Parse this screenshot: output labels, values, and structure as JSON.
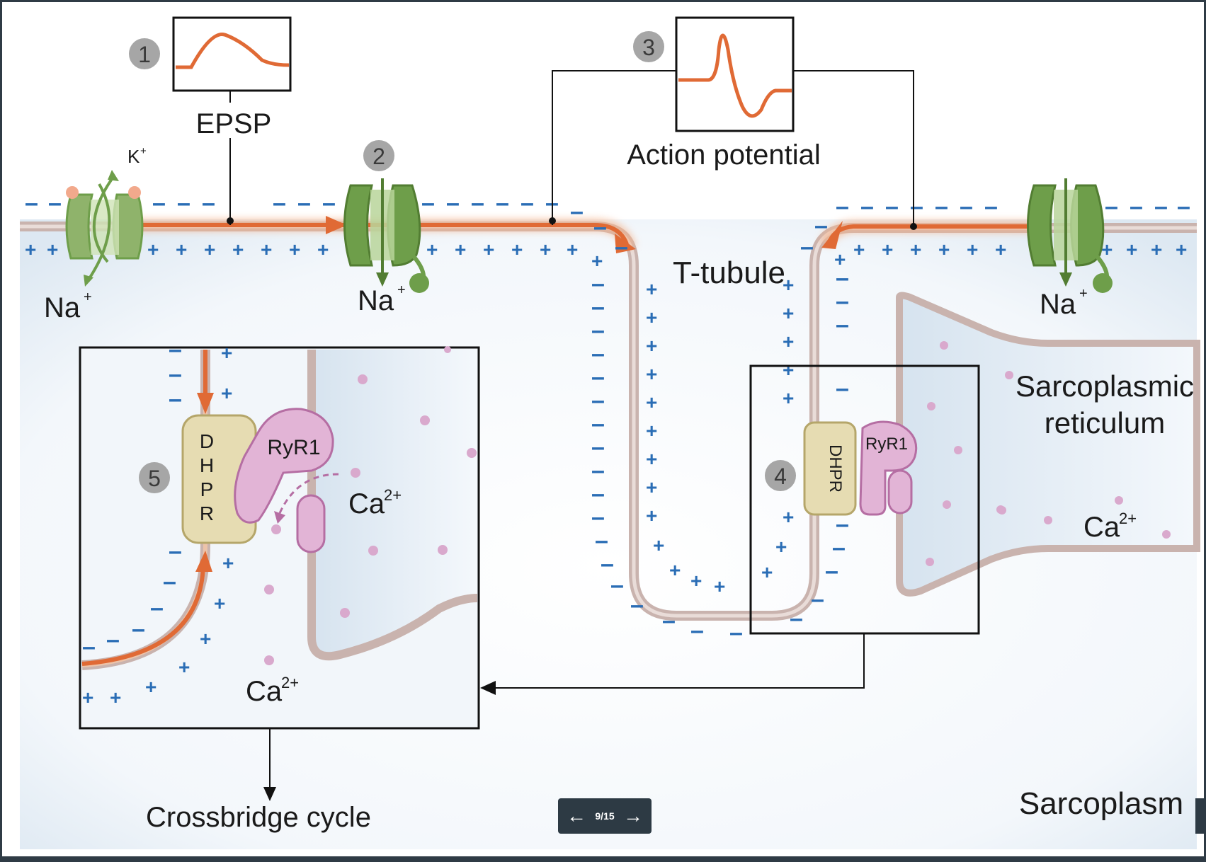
{
  "labels": {
    "epsp": "EPSP",
    "action_potential": "Action potential",
    "k_ion": "K",
    "k_charge": "+",
    "na_ion": "Na",
    "na_charge": "+",
    "t_tubule": "T-tubule",
    "sr_line1": "Sarcoplasmic",
    "sr_line2": "reticulum",
    "ca_ion": "Ca",
    "ca_charge": "2+",
    "dhpr": "DHPR",
    "dhpr_d": "D",
    "dhpr_h": "H",
    "dhpr_p": "P",
    "dhpr_r": "R",
    "ryr1": "RyR1",
    "crossbridge": "Crossbridge cycle",
    "sarcoplasm": "Sarcoplasm",
    "plus_sign": "+",
    "minus_sign": "–"
  },
  "steps": [
    "1",
    "2",
    "3",
    "4",
    "5"
  ],
  "nav": {
    "prev": "←",
    "counter": "9/15",
    "next": "→"
  },
  "colors": {
    "signal": "#e06a35",
    "channel_green": "#6e9e4a",
    "channel_light": "#b9d59a",
    "ryr1_pink": "#e2b4d6",
    "dhpr_tan": "#e6dcb2",
    "charge_blue": "#2a6db5",
    "membrane": "#c9b3ae",
    "step_badge": "#a6a6a6"
  },
  "icons": {
    "prev": "arrow-left-icon",
    "next": "arrow-right-icon"
  }
}
